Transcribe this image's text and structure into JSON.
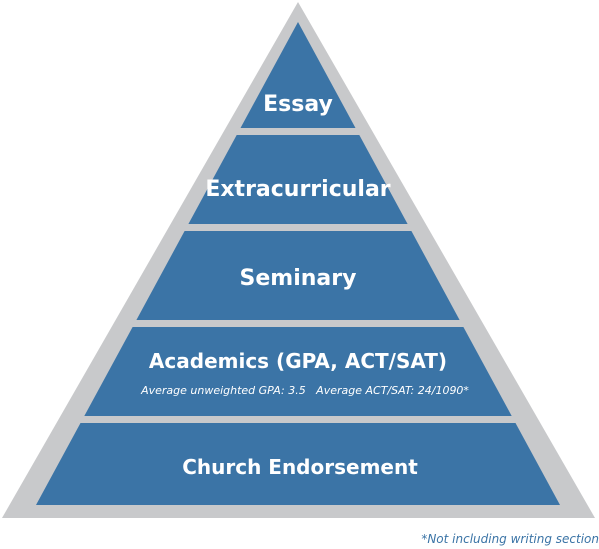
{
  "colors": {
    "outer_triangle": "#c8c9cb",
    "tier_fill": "#3b74a6",
    "text": "#ffffff",
    "footnote": "#3b74a6"
  },
  "tiers": [
    {
      "label": "Essay"
    },
    {
      "label": "Extracurricular"
    },
    {
      "label": "Seminary"
    },
    {
      "label": "Academics (GPA, ACT/SAT)",
      "sublabel": "Average unweighted GPA: 3.5   Average ACT/SAT: 24/1090*"
    },
    {
      "label": "Church Endorsement"
    }
  ],
  "footnote": "*Not including writing section"
}
